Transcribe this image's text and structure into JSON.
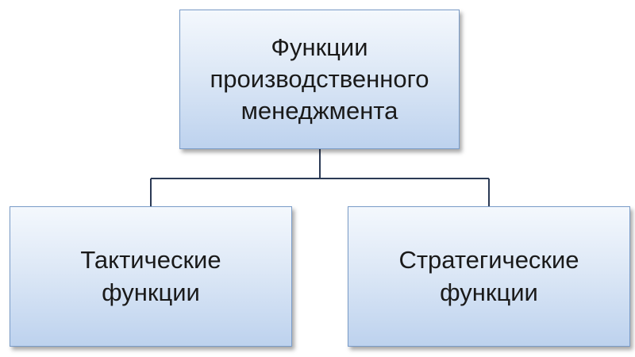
{
  "diagram": {
    "root": {
      "label": "Функции\nпроизводственного\nменеджмента"
    },
    "children": [
      {
        "label": "Тактические\nфункции"
      },
      {
        "label": "Стратегические\nфункции"
      }
    ]
  },
  "colors": {
    "box_border": "#7a9cc8",
    "box_fill_top": "#f4f8fd",
    "box_fill_bottom": "#bdd2ee",
    "connector": "#2b3a55"
  }
}
